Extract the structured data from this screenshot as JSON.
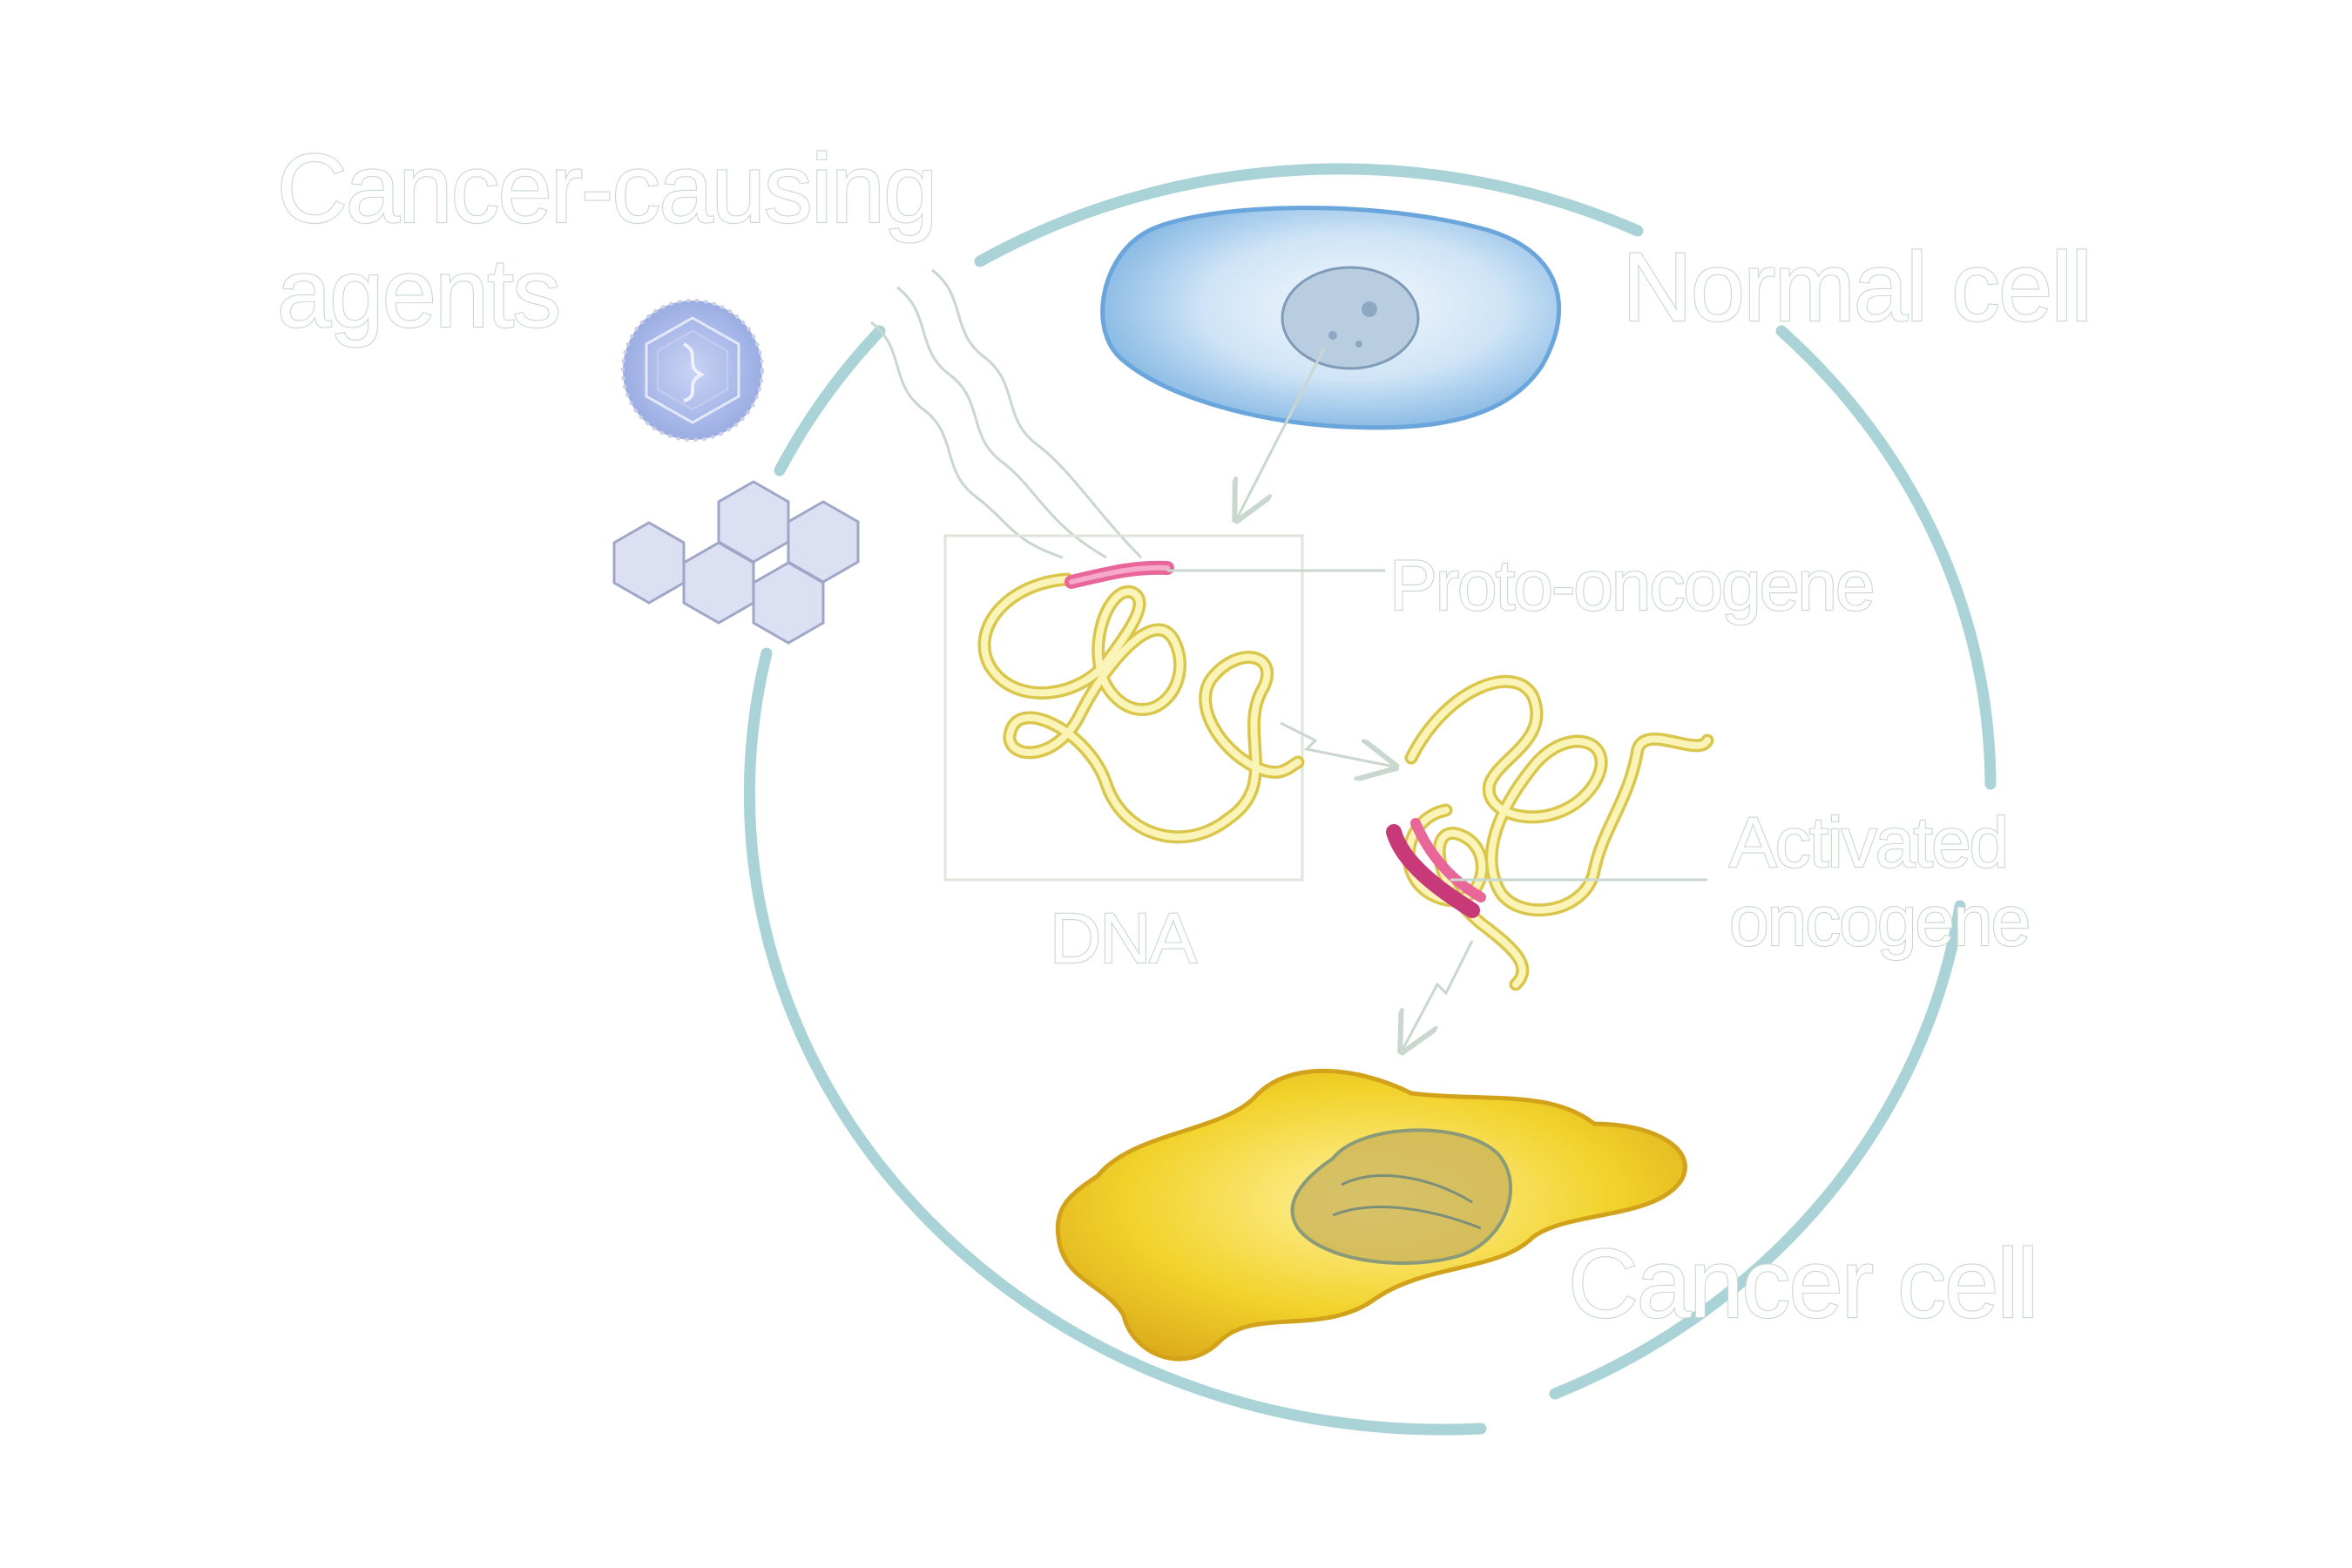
{
  "labels": {
    "agents_line1": "Cancer-causing",
    "agents_line2": "agents",
    "normal_cell": "Normal cell",
    "proto_oncogene": "Proto-oncogene",
    "activated_line1": "Activated",
    "activated_line2": "oncogene",
    "dna": "DNA",
    "cancer_cell": "Cancer cell"
  },
  "colors": {
    "cycle_ring": "#a9d3d6",
    "label_outline": "#c9d7cf",
    "normal_cell": "#9cc7ea",
    "cancer_cell": "#f2d22a",
    "dna_strand": "#efe27a",
    "oncogene": "#e8669a",
    "virus": "#a9b9e8",
    "molecule": "#dde0f2"
  },
  "icons": {
    "virus": "virus-particle-icon",
    "chemical": "polycyclic-hydrocarbon-icon",
    "radiation": "radiation-wave-icon"
  }
}
